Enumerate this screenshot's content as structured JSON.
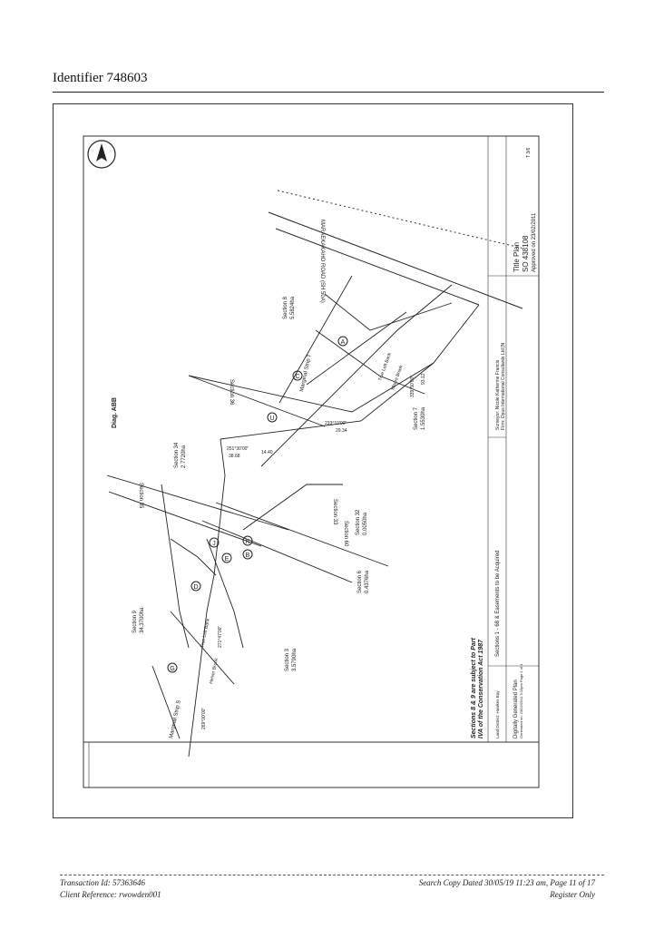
{
  "header": {
    "identifier": "Identifier 748603"
  },
  "plan": {
    "title_block": {
      "title": "Title Plan",
      "plan_number": "SO 438108",
      "approved": "Approved on 23/02/2011",
      "surveyor": "Surveyor: Nicole Katherine Francis",
      "firm": "Firm: Opus International Consultants Ltd [N",
      "land_district": "Land District: Hawkes Bay",
      "generated": "Digitally Generated Plan",
      "generated_on": "Generated on: 23/02/2011 3:15pm Page 1 of 1",
      "sections_text": "Sections 1 - 68 & Easements to be Acquired",
      "conservation_line1": "Sections 8 & 9 are subject to Part",
      "conservation_line2": "IVA of the Conservation Act 1987",
      "sheet": "T 3/6"
    },
    "labels": {
      "diag": "Diag. ABB",
      "road": "MARAEKAKAHO ROAD (SH 50A)",
      "section8": "Section 8",
      "section8_area": "5.5824ha",
      "section34": "Section 34",
      "section34_area": "2.7720ha",
      "section7": "Section 7",
      "section7_area": "1.5530ha",
      "section9": "Section 9",
      "section9_area": "34.3700ha",
      "section3": "Section 3",
      "section3_area": "3.5790ha",
      "section32": "Section 32",
      "section32_area": "0.0050ha",
      "section6": "Section 6",
      "section6_area": "0.4376ha",
      "section33": "Section 33",
      "section35": "Section 35",
      "section36": "Section 36",
      "section60": "Section 60",
      "strip_t": "Marginal Strip T",
      "strip_s": "Marginal Strip S",
      "true_left_bank": "True Left Bank",
      "brook": "Moore Brook",
      "helver_brook": "Helver Brook",
      "bearing_a": "251°30'00\"",
      "bearing_b": "233°10'00\"",
      "bearing_c": "339°50'00\"",
      "bearing_d": "271°47'00\"",
      "bearing_e": "269°00'00\"",
      "dist_a": "38.68",
      "dist_b": "29.34",
      "dist_c": "93.12",
      "dist_d": "14.40"
    },
    "circled": [
      "A",
      "C",
      "B",
      "D",
      "E",
      "G",
      "J",
      "K",
      "U"
    ]
  },
  "footer": {
    "transaction": "Transaction Id: 57363646",
    "client": "Client Reference: rwowden001",
    "search": "Search Copy Dated 30/05/19 11:23 am, Page 11 of 17",
    "register": "Register Only"
  }
}
